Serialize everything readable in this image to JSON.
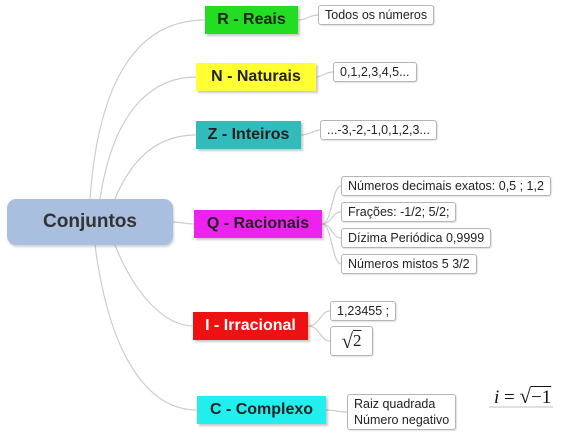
{
  "central": {
    "label": "Conjuntos",
    "color": "#a9bfe0"
  },
  "topics": [
    {
      "id": "reais",
      "label": "R - Reais",
      "color": "#22dd22",
      "children": [
        {
          "text": "Todos os números"
        }
      ]
    },
    {
      "id": "naturais",
      "label": "N - Naturais",
      "color": "#ffff33",
      "children": [
        {
          "text": "0,1,2,3,4,5..."
        }
      ]
    },
    {
      "id": "inteiros",
      "label": "Z - Inteiros",
      "color": "#33bbbb",
      "children": [
        {
          "text": "...-3,-2,-1,0,1,2,3..."
        }
      ]
    },
    {
      "id": "racionais",
      "label": "Q - Racionais",
      "color": "#ee22ee",
      "children": [
        {
          "text": "Números decimais exatos: 0,5 ; 1,2"
        },
        {
          "text": "Frações: -1/2;  5/2;"
        },
        {
          "text": "Dízima Periódica 0,9999"
        },
        {
          "text": "Números mistos 5 3/2"
        }
      ]
    },
    {
      "id": "irracional",
      "label": "I - Irracional",
      "color": "#ee1111",
      "children": [
        {
          "text": "1,23455 ;"
        },
        {
          "radicand": "2"
        }
      ]
    },
    {
      "id": "complexo",
      "label": "C - Complexo",
      "color": "#22eeee",
      "children": [
        {
          "line1": "Raiz quadrada",
          "line2": "Número negativo"
        }
      ]
    }
  ],
  "formula": {
    "lhs": "i",
    "eq": "=",
    "radicand": "−1"
  },
  "line_color": "#cccccc"
}
